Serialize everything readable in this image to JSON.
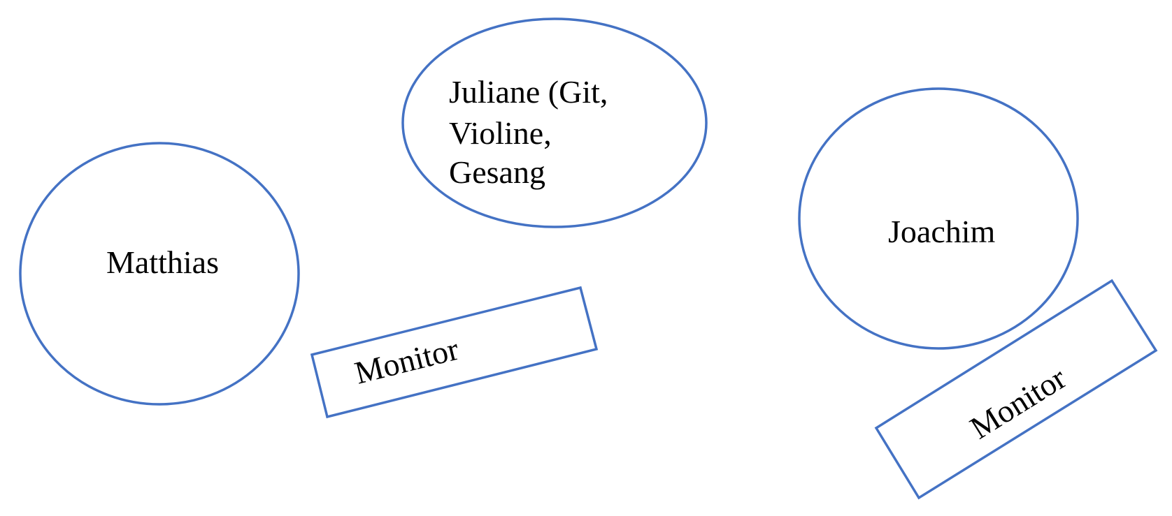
{
  "diagram": {
    "shape_color": "#4472c4",
    "people": {
      "matthias": {
        "name": "Matthias"
      },
      "juliane": {
        "name_lines": [
          "Juliane (Git,",
          "Violine,",
          "Gesang"
        ]
      },
      "joachim": {
        "name": "Joachim"
      }
    },
    "monitors": {
      "left": {
        "label": "Monitor"
      },
      "right": {
        "label": "Monitor"
      }
    }
  }
}
